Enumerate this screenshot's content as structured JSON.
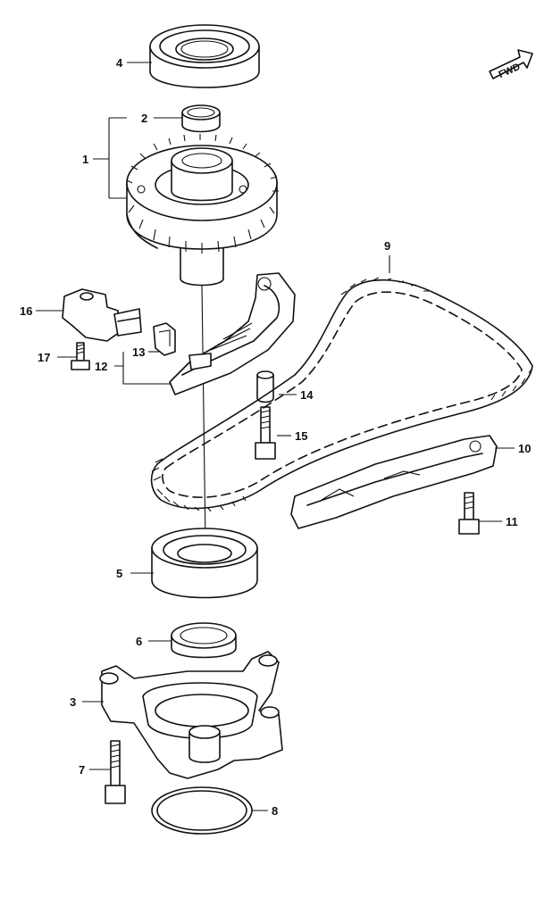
{
  "direction_badge": {
    "label": "FWD"
  },
  "callouts": {
    "c1": "1",
    "c2": "2",
    "c3": "3",
    "c4": "4",
    "c5": "5",
    "c6": "6",
    "c7": "7",
    "c8": "8",
    "c9": "9",
    "c10": "10",
    "c11": "11",
    "c12": "12",
    "c13": "13",
    "c14": "14",
    "c15": "15",
    "c16": "16",
    "c17": "17"
  }
}
